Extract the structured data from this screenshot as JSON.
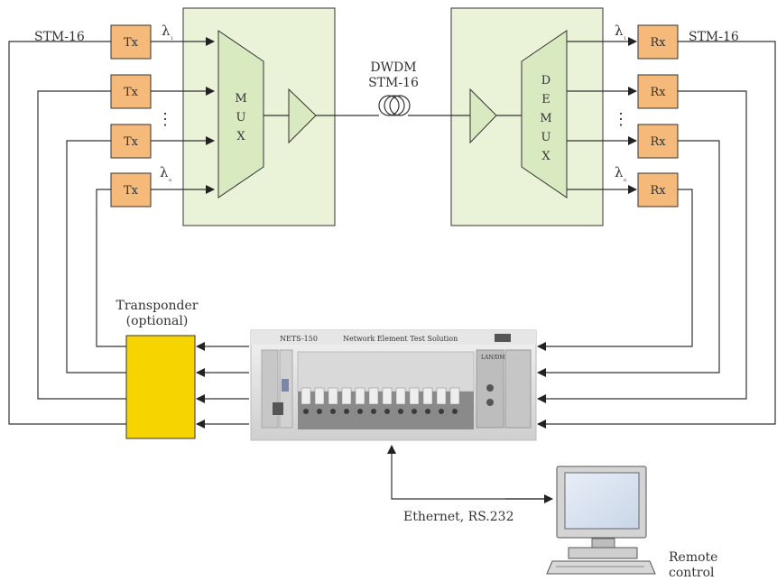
{
  "labels": {
    "stm_left": "STM-16",
    "stm_right": "STM-16",
    "dwdm": "DWDM",
    "dwdm_stm": "STM-16",
    "lambda_1": "λ",
    "lambda_1_sub": "1",
    "lambda_n": "λ",
    "lambda_n_sub": "n",
    "mux": [
      "M",
      "U",
      "X"
    ],
    "demux": [
      "D",
      "E",
      "M",
      "U",
      "X"
    ],
    "transponder": "Transponder",
    "transponder_opt": "(optional)",
    "ethernet": "Ethernet, RS.232",
    "remote": "Remote",
    "remote2": "control",
    "tx": "Tx",
    "rx": "Rx",
    "dots": "⋮",
    "device_name": "NETS-150",
    "device_desc": "Network Element Test Solution",
    "device_panel": "LAN/DMP"
  },
  "colors": {
    "tx_fill": "#F5B97A",
    "rx_fill": "#F5B97A",
    "panel_fill": "#EAF3D8",
    "mux_fill": "#D9E9C0",
    "transponder_fill": "#F5D400",
    "line": "#333333"
  }
}
